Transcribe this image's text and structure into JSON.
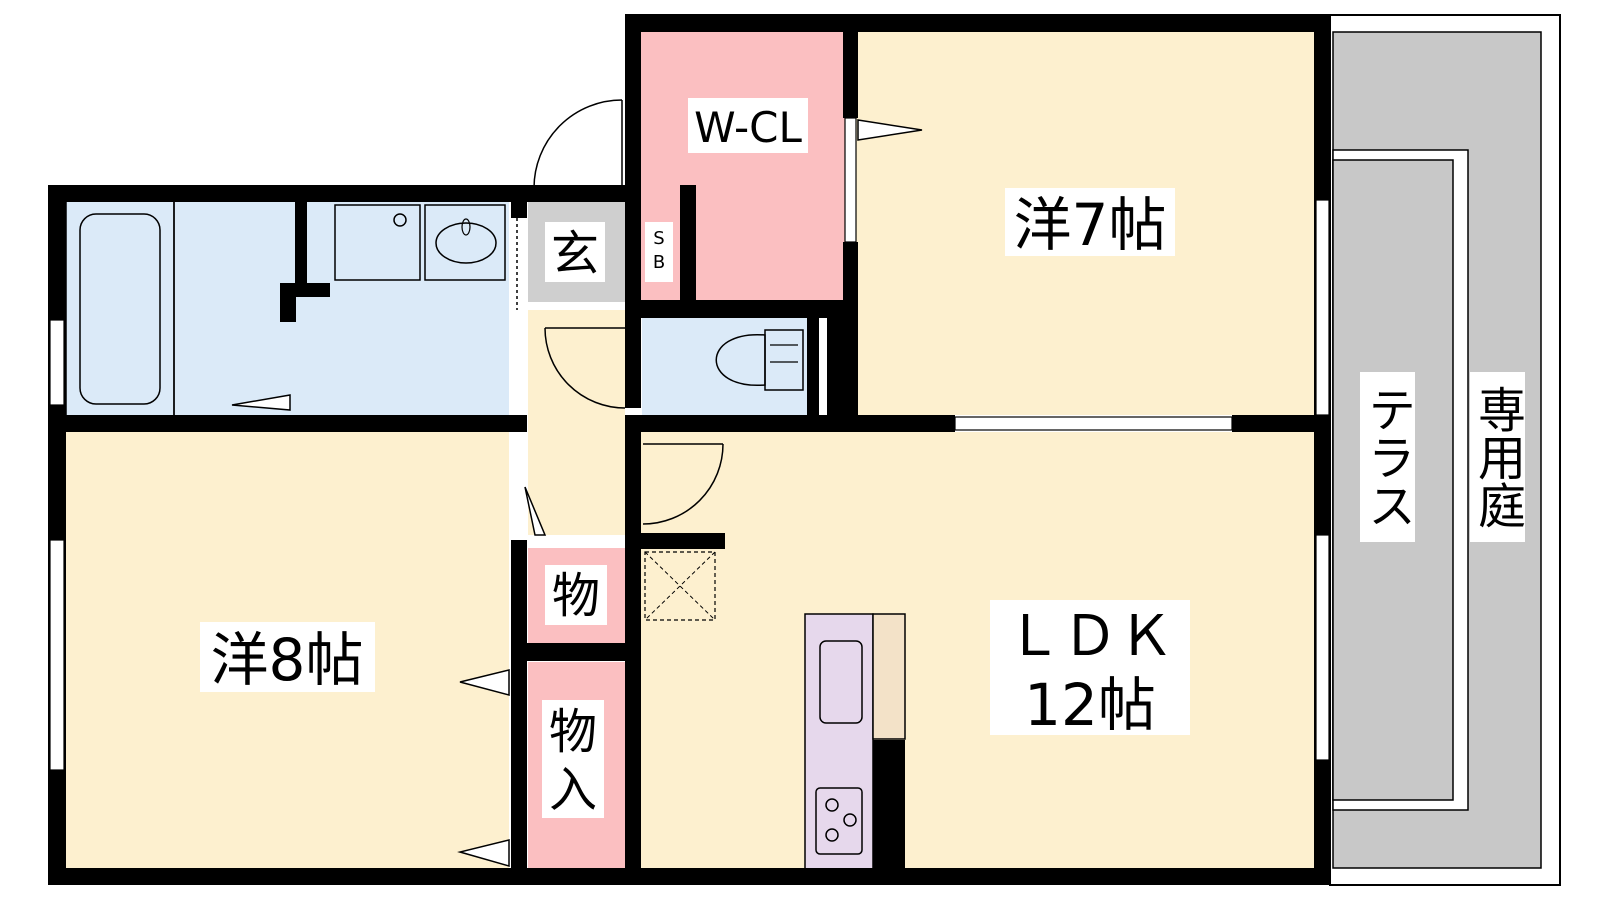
{
  "rooms": {
    "wcl": "W-CL",
    "bedroom7": "洋7帖",
    "entrance": "玄",
    "shoebox_line1": "S",
    "shoebox_line2": "B",
    "terrace": "テラス",
    "private_garden": "専用庭",
    "storage_small": "物",
    "bedroom8": "洋8帖",
    "storage_line1": "物",
    "storage_line2": "入",
    "ldk_line1": "ＬＤＫ",
    "ldk_line2": "12帖"
  },
  "colors": {
    "wall": "#000000",
    "bedroom_floor": "#fdf0cf",
    "wet_area": "#dbeaf8",
    "closet": "#fbbfc1",
    "entrance": "#cfcfcf",
    "terrace": "#c8c8c8",
    "kitchen_counter": "#e6d8ec",
    "kitchen_side": "#f3e2c8"
  }
}
